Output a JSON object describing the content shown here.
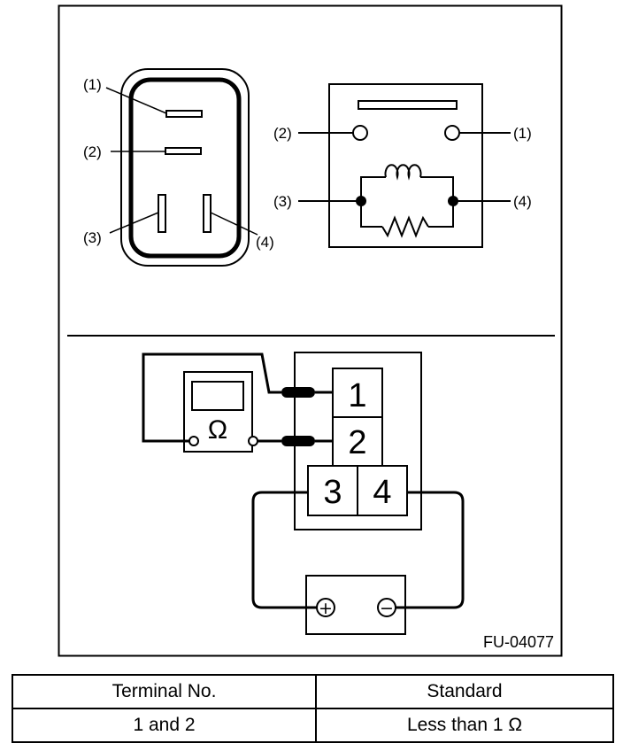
{
  "figure": {
    "connector_labels": [
      "(1)",
      "(2)",
      "(3)",
      "(4)"
    ],
    "relay_labels": [
      "(1)",
      "(2)",
      "(3)",
      "(4)"
    ],
    "terminal_numbers": [
      "1",
      "2",
      "3",
      "4"
    ],
    "ohm_symbol": "Ω",
    "battery_plus": "+",
    "battery_minus": "−",
    "code": "FU-04077"
  },
  "table": {
    "headers": [
      "Terminal No.",
      "Standard"
    ],
    "rows": [
      [
        "1 and 2",
        "Less than 1 Ω"
      ]
    ]
  }
}
